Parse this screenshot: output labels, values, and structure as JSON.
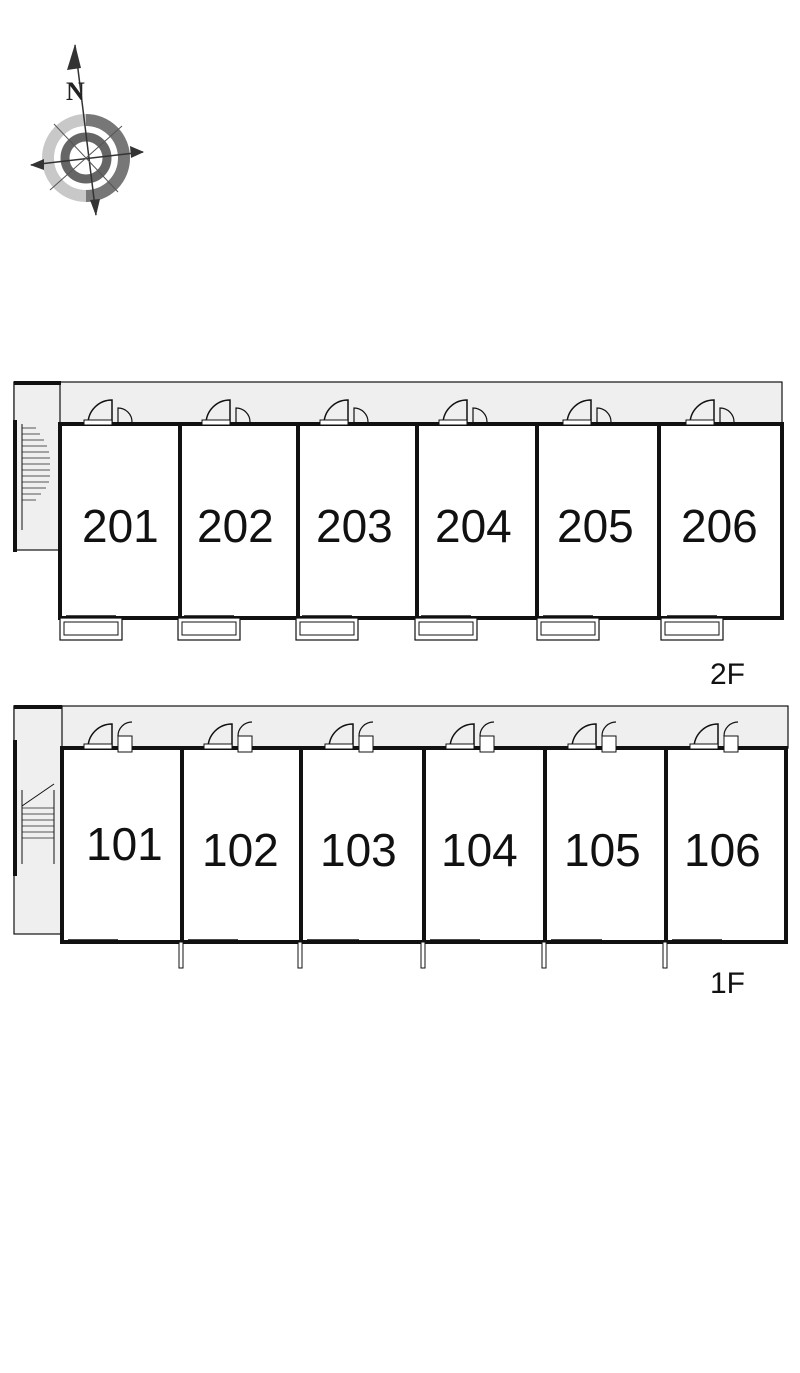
{
  "compass": {
    "north_label": "N",
    "icon": "compass-rose-icon"
  },
  "colors": {
    "line": "#111111",
    "corridor": "#efefef",
    "ring_dark": "#777777",
    "ring_light": "#c8c8c8"
  },
  "floors": [
    {
      "id": "2F",
      "label": "2F",
      "units": [
        "201",
        "202",
        "203",
        "204",
        "205",
        "206"
      ]
    },
    {
      "id": "1F",
      "label": "1F",
      "units": [
        "101",
        "102",
        "103",
        "104",
        "105",
        "106"
      ]
    }
  ]
}
